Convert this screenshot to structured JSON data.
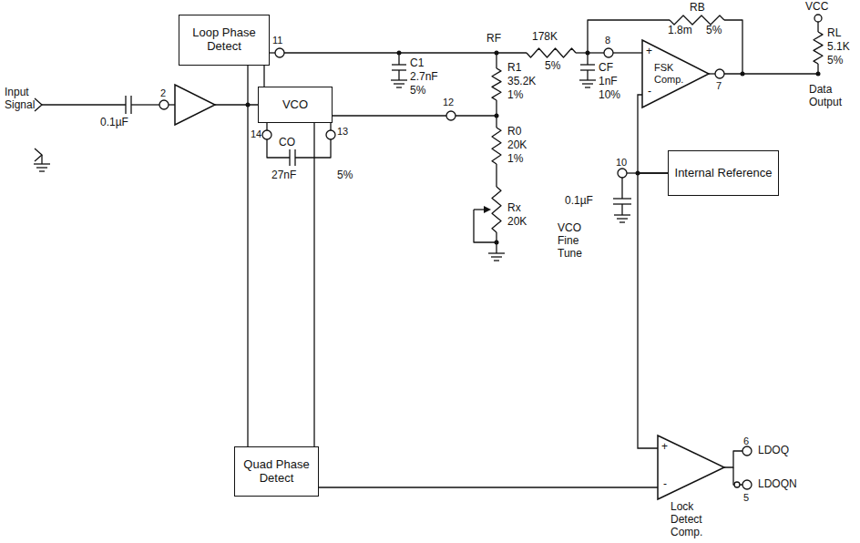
{
  "diagram": {
    "nodes": [
      {
        "text": [
          "Loop Phase Detect"
        ]
      },
      {
        "text": [
          "FSK Comp."
        ]
      },
      {
        "text": [
          "VCO"
        ]
      },
      {
        "text": [
          "Internal Reference"
        ]
      },
      {
        "text": [
          "Quad Phase Detect"
        ]
      },
      {
        "text": [
          "Lock Detect Comp."
        ]
      }
    ],
    "edges": [
      {
        "from": 0,
        "to": 2,
        "arrow": "none"
      },
      {
        "from": 2,
        "to": 4,
        "arrow": "none"
      },
      {
        "from": 3,
        "to": 1,
        "arrow": "none"
      },
      {
        "from": 3,
        "to": 5,
        "arrow": "none"
      },
      {
        "from": 4,
        "to": 5,
        "arrow": "none"
      }
    ],
    "labels": [
      "Input Signal",
      "0.1µF",
      "2",
      "11",
      "C1",
      "2.7nF",
      "5%",
      "RF",
      "178K",
      "5%",
      "RB",
      "1.8m",
      "5%",
      "8",
      "CF",
      "1nF",
      "10%",
      "VCC",
      "RL",
      "5.1K",
      "5%",
      "7",
      "Data Output",
      "+",
      "-",
      "12",
      "R1",
      "35.2K",
      "1%",
      "R0",
      "20K",
      "1%",
      "Rx",
      "20K",
      "VCO Fine Tune",
      "14",
      "13",
      "CO",
      "27nF",
      "5%",
      "0.1µF",
      "10",
      "+",
      "-",
      "6",
      "LDOQ",
      "5",
      "LDOQN"
    ]
  }
}
